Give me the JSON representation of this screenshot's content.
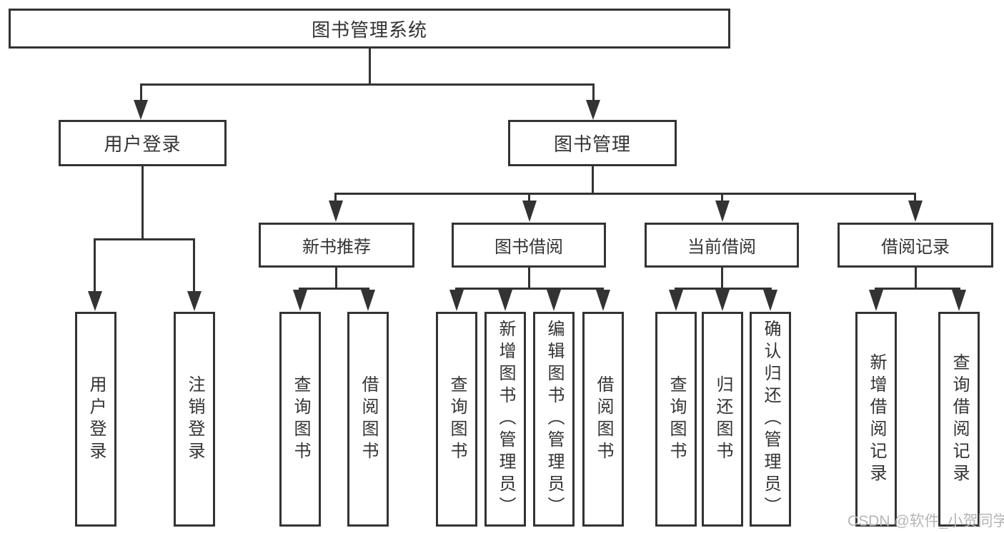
{
  "diagram_title": "图书管理系统",
  "tree": {
    "label": "图书管理系统",
    "children": [
      {
        "label": "用户登录",
        "children": [
          {
            "label": "用户登录"
          },
          {
            "label": "注销登录"
          }
        ]
      },
      {
        "label": "图书管理",
        "children": [
          {
            "label": "新书推荐",
            "children": [
              {
                "label": "查询图书"
              },
              {
                "label": "借阅图书"
              }
            ]
          },
          {
            "label": "图书借阅",
            "children": [
              {
                "label": "查询图书"
              },
              {
                "label": "新增图书（管理员）"
              },
              {
                "label": "编辑图书（管理员）"
              },
              {
                "label": "借阅图书"
              }
            ]
          },
          {
            "label": "当前借阅",
            "children": [
              {
                "label": "查询图书"
              },
              {
                "label": "归还图书"
              },
              {
                "label": "确认归还（管理员）"
              }
            ]
          },
          {
            "label": "借阅记录",
            "children": [
              {
                "label": "新增借阅记录"
              },
              {
                "label": "查询借阅记录"
              }
            ]
          }
        ]
      }
    ]
  },
  "watermark": "CSDN @软件_小贺同学",
  "colors": {
    "line": "#333333",
    "text": "#333333",
    "watermark": "#b5b5b5",
    "background": "#ffffff"
  }
}
